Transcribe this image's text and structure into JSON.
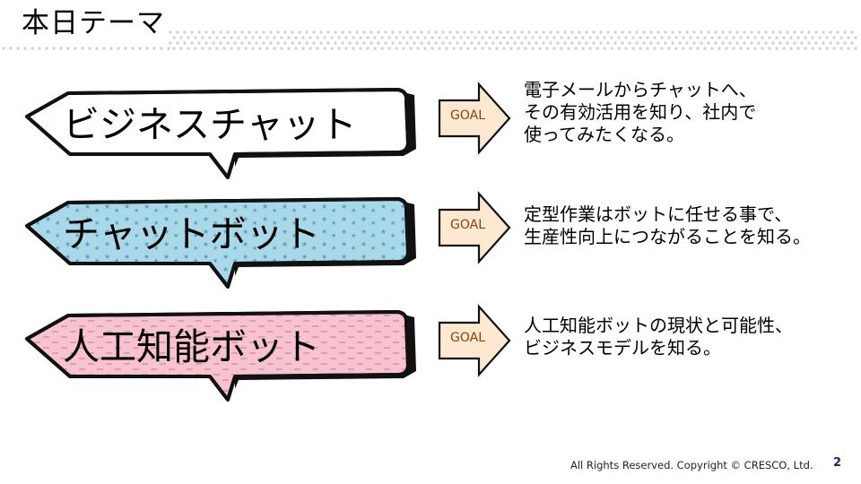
{
  "slide": {
    "title": "本日テーマ",
    "themes": [
      {
        "label": "ビジネスチャット",
        "goal_label": "GOAL",
        "description": [
          "電子メールからチャットへ、",
          "その有効活用を知り、社内で",
          "使ってみたくなる。"
        ],
        "fill": "#ffffff",
        "pattern": "none"
      },
      {
        "label": "チャットボット",
        "goal_label": "GOAL",
        "description": [
          "定型作業はボットに任せる事で、",
          "生産性向上につながることを知る。"
        ],
        "fill": "#a9d8e8",
        "pattern": "stars"
      },
      {
        "label": "人工知能ボット",
        "goal_label": "GOAL",
        "description": [
          "人工知能ボットの現状と可能性、",
          "ビジネスモデルを知る。"
        ],
        "fill": "#f7c3cf",
        "pattern": "dashes"
      }
    ],
    "footer": "All Rights Reserved. Copyright © CRESCO, Ltd.",
    "page_number": "2"
  },
  "colors": {
    "goal_arrow_fill": "#fde9d1",
    "goal_text": "#8e3f0a",
    "outline": "#111111",
    "title_dots": "#d3d3d3",
    "star_pattern": "#5a9fc4",
    "dash_pattern": "#d98aa0",
    "page_number": "#1a237e"
  }
}
